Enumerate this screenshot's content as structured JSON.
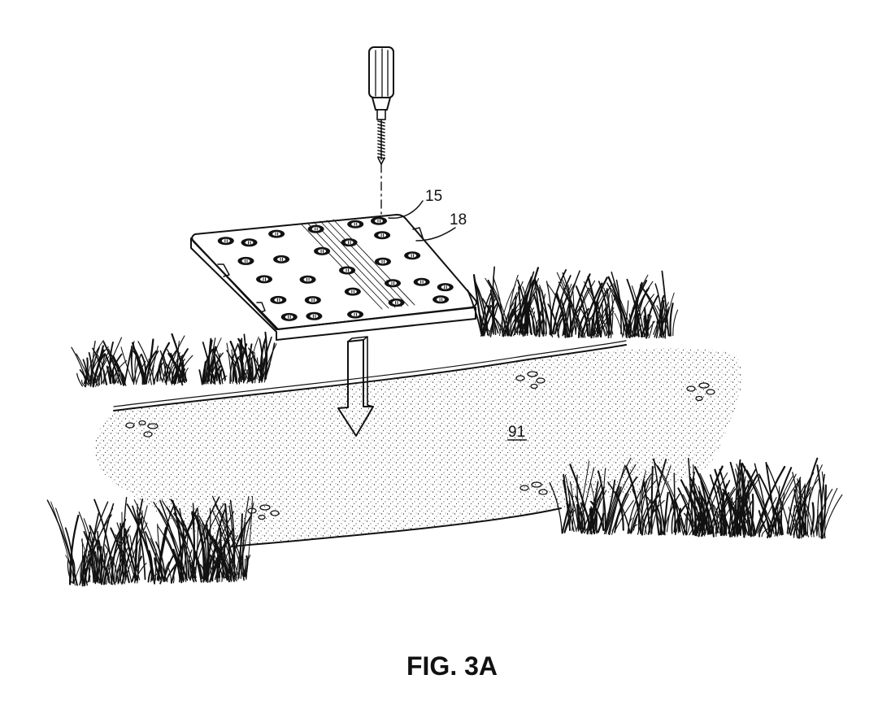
{
  "labels": {
    "screw_ref": "15",
    "plate_ref": "18",
    "ground_ref": "91"
  },
  "caption": "FIG. 3A",
  "colors": {
    "ink": "#111111",
    "paper": "#ffffff"
  },
  "icons": {
    "fastener": "screw-icon",
    "motion": "down-arrow-icon"
  }
}
